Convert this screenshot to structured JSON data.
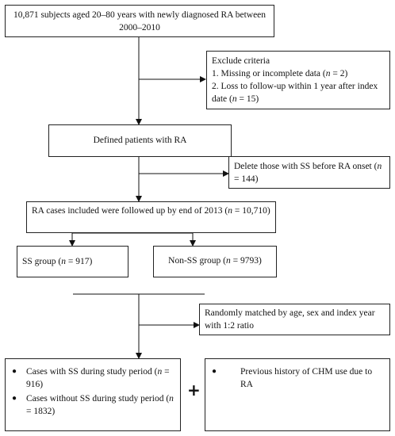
{
  "boxes": {
    "initial": "10,871 subjects aged 20–80 years with newly diagnosed RA between 2000–2010",
    "exclude": {
      "title": "Exclude criteria",
      "item1_pre": "1. Missing or incomplete data (",
      "item1_n": "n",
      "item1_post": " = 2)",
      "item2_pre": "2. Loss to follow-up within 1 year after index date (",
      "item2_n": "n",
      "item2_post": " = 15)"
    },
    "defined": "Defined patients with RA",
    "delete": {
      "pre": "Delete those with SS before RA onset (",
      "n": "n",
      "post": " = 144)"
    },
    "followed": {
      "pre": "RA cases included were followed up by end of 2013 (",
      "n": "n",
      "post": " = 10,710)"
    },
    "ss_group": {
      "pre": "SS group (",
      "n": "n",
      "post": " = 917)"
    },
    "non_ss_group": {
      "pre": "Non-SS group (",
      "n": "n",
      "post": " = 9793)"
    },
    "matched": "Randomly matched by age, sex and index year with 1:2 ratio",
    "cases": {
      "item1_pre": "Cases with SS during study period (",
      "item1_n": "n",
      "item1_post": " = 916)",
      "item2_pre": "Cases without SS during study period (",
      "item2_n": "n",
      "item2_post": " = 1832)"
    },
    "chm": "Previous history of CHM use due to RA",
    "plus": "+",
    "bullet": "●"
  }
}
